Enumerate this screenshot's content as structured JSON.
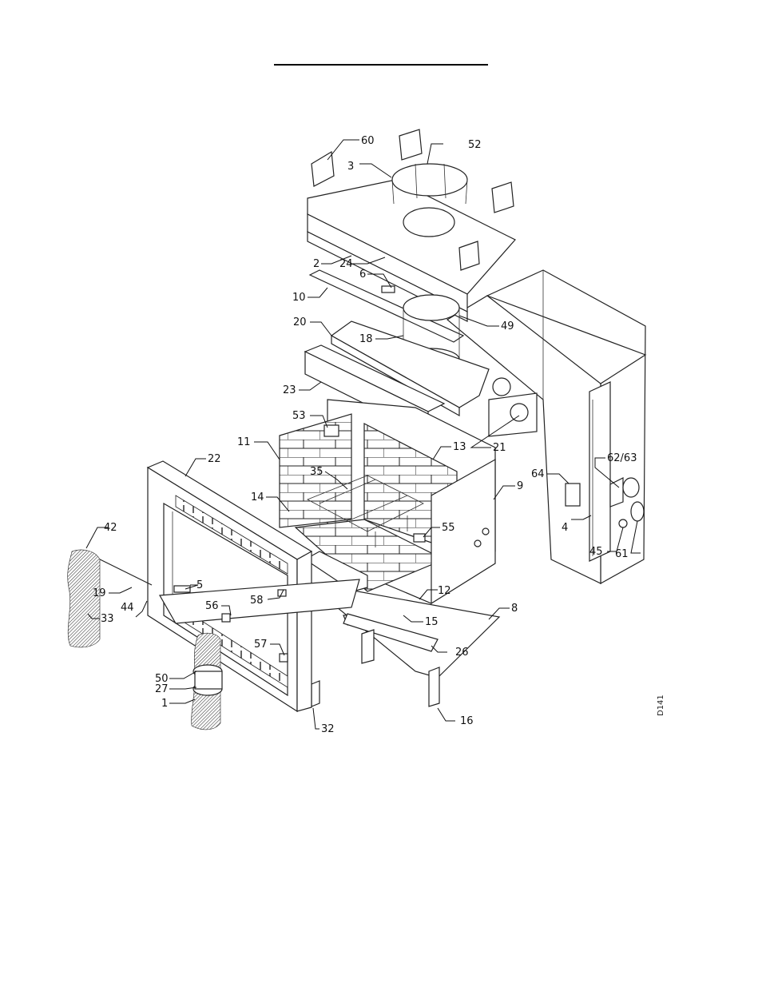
{
  "callouts": {
    "p60": "60",
    "p52": "52",
    "p3": "3",
    "p2": "2",
    "p24": "24",
    "p6": "6",
    "p10": "10",
    "p49": "49",
    "p20": "20",
    "p18": "18",
    "p23": "23",
    "p53": "53",
    "p21": "21",
    "p11": "11",
    "p13": "13",
    "p22": "22",
    "p62_63": "62/63",
    "p35": "35",
    "p64": "64",
    "p9": "9",
    "p14": "14",
    "p42": "42",
    "p55": "55",
    "p4": "4",
    "p45": "45",
    "p61": "61",
    "p19": "19",
    "p5": "5",
    "p44": "44",
    "p33": "33",
    "p58": "58",
    "p56": "56",
    "p12": "12",
    "p15": "15",
    "p8": "8",
    "p57": "57",
    "p26": "26",
    "p50": "50",
    "p27": "27",
    "p1": "1",
    "p32": "32",
    "p16": "16"
  },
  "drawing_code": "D141"
}
